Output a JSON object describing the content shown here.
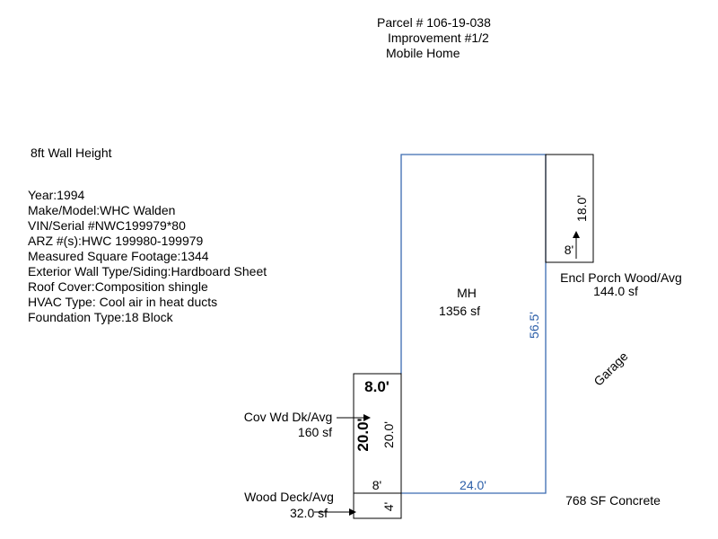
{
  "header": {
    "parcel": "Parcel # 106-19-038",
    "improvement": "Improvement #1/2",
    "type": "Mobile Home"
  },
  "wall_height": "8ft Wall Height",
  "specs": [
    "Year:1994",
    "Make/Model:WHC Walden",
    "VIN/Serial #NWC199979*80",
    "ARZ #(s):HWC 199980-199979",
    "Measured Square Footage:1344",
    "Exterior Wall Type/Siding:Hardboard Sheet",
    "Roof Cover:Composition shingle",
    "HVAC Type: Cool air in heat ducts",
    "Foundation Type:18 Block"
  ],
  "main_structure": {
    "label": "MH",
    "area": "1356 sf",
    "width_dim": "24.0'",
    "length_dim": "56.5'"
  },
  "porch": {
    "label": "Encl Porch Wood/Avg",
    "area": "144.0 sf",
    "width_dim": "8'",
    "length_dim": "18.0'"
  },
  "covered_deck": {
    "label": "Cov Wd Dk/Avg",
    "area": "160 sf",
    "width_dim": "8.0'",
    "length_dim_bold": "20.0'",
    "length_dim": "20.0'",
    "bottom_dim": "8'"
  },
  "wood_deck": {
    "label": "Wood Deck/Avg",
    "area": "32.0 sf",
    "length_dim": "4'"
  },
  "garage": "Garage",
  "concrete": "768 SF Concrete",
  "colors": {
    "outline_main": "#3a6ab0",
    "outline_other": "#000000",
    "dim_blue": "#2b5ea8"
  }
}
